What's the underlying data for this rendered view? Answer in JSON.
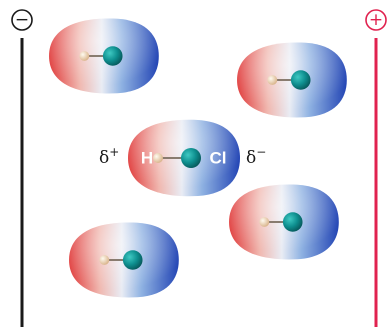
{
  "electrodes": {
    "negative": {
      "symbol": "−",
      "color": "#1a1a1a"
    },
    "positive": {
      "symbol": "+",
      "color": "#e0224f"
    }
  },
  "molecule": {
    "hydrogen_label": "H",
    "chlorine_label": "Cl",
    "delta_plus": "δ",
    "delta_plus_sup": "+",
    "delta_minus": "δ",
    "delta_minus_sup": "−"
  },
  "colors": {
    "positive_region": "#e23a3a",
    "negative_region": "#2f55c4",
    "chlorine_atom": "#0e8f8f",
    "hydrogen_atom": "#f4d6b4"
  }
}
